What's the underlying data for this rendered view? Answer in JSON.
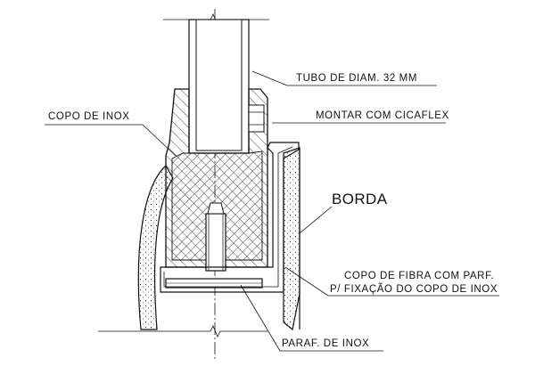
{
  "labels": {
    "tubo": "TUBO DE DIAM. 32 MM",
    "copo_inox": "COPO DE INOX",
    "montar": "MONTAR COM CICAFLEX",
    "borda": "BORDA",
    "copo_fibra_1": "COPO DE FIBRA COM   PARF.",
    "copo_fibra_2": "P/ FIXAÇÃO DO COPO DE INOX",
    "paraf": "PARAF. DE INOX"
  }
}
